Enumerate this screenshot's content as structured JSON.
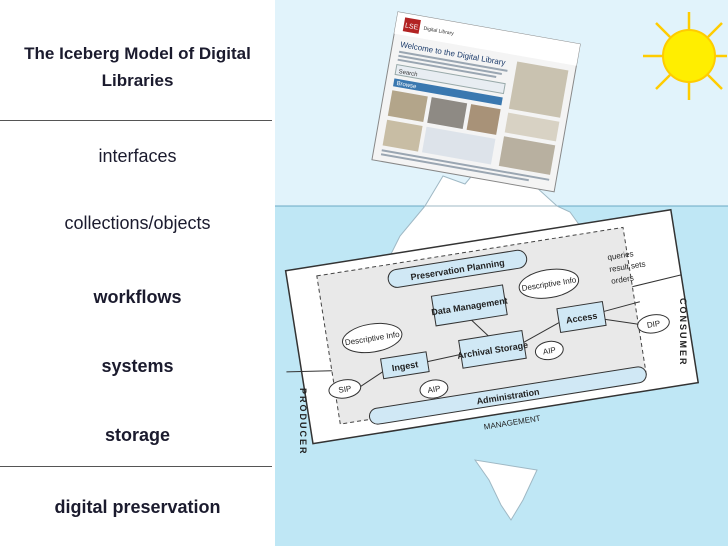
{
  "slide": {
    "title": "The Iceberg Model of Digital Libraries",
    "items": [
      "interfaces",
      "collections/objects",
      "workflows",
      "systems",
      "storage",
      "digital preservation"
    ]
  },
  "screenshot": {
    "logo": "LSE",
    "logo_sub": "Digital Library",
    "heading": "Welcome to the Digital Library",
    "search_label": "Search",
    "browse_label": "Browse"
  },
  "oais": {
    "preservation_planning": "Preservation Planning",
    "data_management": "Data Management",
    "descriptive_info_left": "Descriptive Info",
    "descriptive_info_right": "Descriptive Info",
    "ingest": "Ingest",
    "archival_storage": "Archival Storage",
    "access": "Access",
    "sip": "SIP",
    "aip_left": "AIP",
    "aip_right": "AIP",
    "dip": "DIP",
    "administration": "Administration",
    "management": "MANAGEMENT",
    "producer": "PRODUCER",
    "consumer": "CONSUMER",
    "queries": "queries",
    "result_sets": "result sets",
    "orders": "orders"
  },
  "colors": {
    "sky": "#e1f3fb",
    "water": "#bfe7f5",
    "sun": "#ffee00",
    "sun_rays": "#ffcc00",
    "iceberg": "#ffffff",
    "box_fill": "#d0e8f5"
  }
}
